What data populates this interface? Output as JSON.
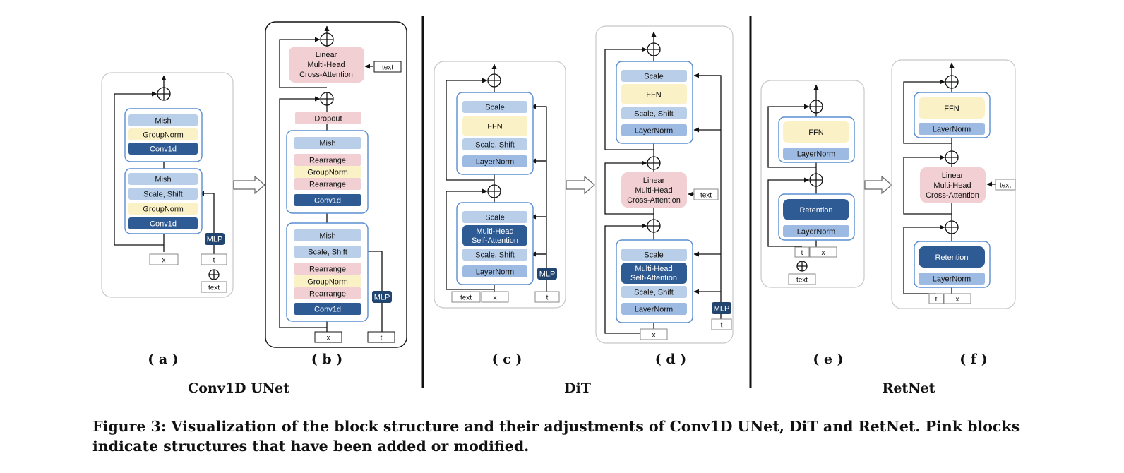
{
  "caption": "Figure 3: Visualization of the block structure and their adjustments of Conv1D UNet, DiT and RetNet. Pink blocks indicate structures that have been added or modified.",
  "groups": {
    "conv": "Conv1D UNet",
    "dit": "DiT",
    "retnet": "RetNet"
  },
  "panels": {
    "a": "( a )",
    "b": "( b )",
    "c": "( c )",
    "d": "( d )",
    "e": "( e )",
    "f": "( f )"
  },
  "a": {
    "b1": [
      "Mish",
      "GroupNorm",
      "Conv1d"
    ],
    "b2": [
      "Mish",
      "Scale, Shift",
      "GroupNorm",
      "Conv1d"
    ],
    "mlp": "MLP",
    "x": "x",
    "t": "t",
    "text": "text"
  },
  "b": {
    "cross": [
      "Linear",
      "Multi-Head",
      "Cross-Attention"
    ],
    "text": "text",
    "dropout": "Dropout",
    "b1": [
      "Mish",
      "Rearrange",
      "GroupNorm",
      "Rearrange",
      "Conv1d"
    ],
    "b2": [
      "Mish",
      "Scale, Shift",
      "Rearrange",
      "GroupNorm",
      "Rearrange",
      "Conv1d"
    ],
    "mlp": "MLP",
    "x": "x",
    "t": "t"
  },
  "c": {
    "b1": [
      "Scale",
      "FFN",
      "Scale, Shift",
      "LayerNorm"
    ],
    "b2": [
      "Scale",
      "Multi-Head",
      "Self-Attention",
      "Scale, Shift",
      "LayerNorm"
    ],
    "mlp": "MLP",
    "text": "text",
    "x": "x",
    "t": "t"
  },
  "d": {
    "b1": [
      "Scale",
      "FFN",
      "Scale, Shift",
      "LayerNorm"
    ],
    "cross": [
      "Linear",
      "Multi-Head",
      "Cross-Attention"
    ],
    "text": "text",
    "b2": [
      "Scale",
      "Multi-Head",
      "Self-Attention",
      "Scale, Shift",
      "LayerNorm"
    ],
    "mlp": "MLP",
    "x": "x",
    "t": "t"
  },
  "e": {
    "b1": [
      "FFN",
      "LayerNorm"
    ],
    "b2": [
      "Retention",
      "LayerNorm"
    ],
    "t": "t",
    "x": "x",
    "text": "text"
  },
  "f": {
    "b1": [
      "FFN",
      "LayerNorm"
    ],
    "cross": [
      "Linear",
      "Multi-Head",
      "Cross-Attention"
    ],
    "text": "text",
    "b2": [
      "Retention",
      "LayerNorm"
    ],
    "t": "t",
    "x": "x"
  },
  "colors": {
    "light_blue": "#b9cfe9",
    "mid_blue": "#9dbbe2",
    "dark_blue": "#2f5b95",
    "yellow": "#fbf1c6",
    "pink": "#f1cfd2",
    "mlp": "#21456f",
    "block_border": "#5a8ed0",
    "panel_border": "#c8c8c8"
  }
}
